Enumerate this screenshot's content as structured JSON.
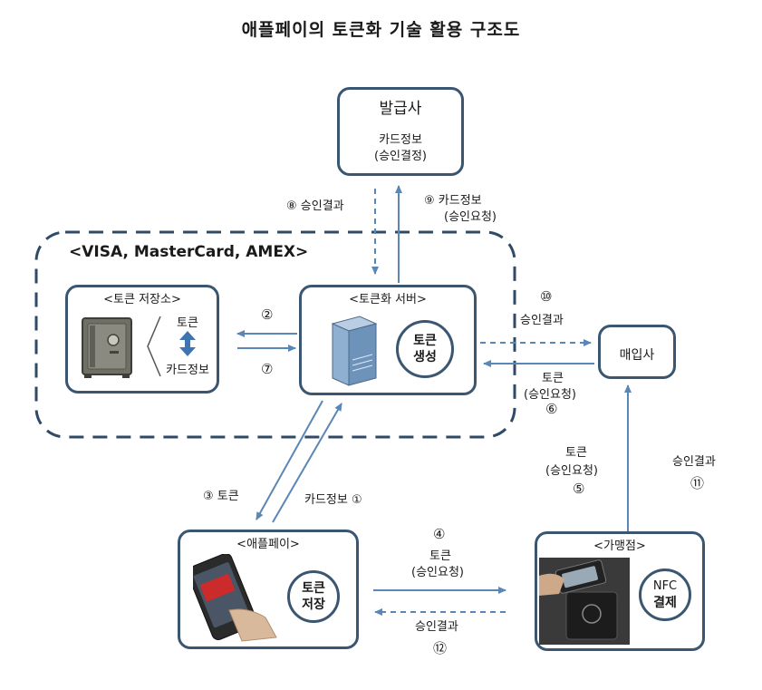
{
  "title": "애플페이의 토큰화 기술 활용 구조도",
  "issuer": {
    "name": "발급사",
    "line1": "카드정보",
    "line2": "(승인결정)"
  },
  "network": {
    "label": "<VISA, MasterCard, AMEX>"
  },
  "token_vault": {
    "title": "<토큰 저장소>",
    "token": "토큰",
    "card_info": "카드정보"
  },
  "token_server": {
    "title": "<토큰화 서버>",
    "circle_line1": "토큰",
    "circle_line2": "생성"
  },
  "acquirer": {
    "name": "매입사"
  },
  "apple_pay": {
    "title": "<애플페이>",
    "circle_line1": "토큰",
    "circle_line2": "저장"
  },
  "merchant": {
    "title": "<가맹점>",
    "circle_line1": "NFC",
    "circle_line2": "결제"
  },
  "flows": {
    "f1": "카드정보 ①",
    "f2": "②",
    "f3": "③ 토큰",
    "f4_num": "④",
    "f4_line1": "토큰",
    "f4_line2": "(승인요청)",
    "f5_line1": "토큰",
    "f5_line2": "(승인요청)",
    "f5_num": "⑤",
    "f6_line1": "토큰",
    "f6_line2": "(승인요청)",
    "f6_num": "⑥",
    "f7": "⑦",
    "f8": "⑧ 승인결과",
    "f9_line1": "⑨ 카드정보",
    "f9_line2": "(승인요청)",
    "f10_num": "⑩",
    "f10_label": "승인결과",
    "f11_label": "승인결과",
    "f11_num": "⑪",
    "f12_label": "승인결과",
    "f12_num": "⑫"
  },
  "colors": {
    "border": "#3a5670",
    "arrow": "#5a86b8",
    "dashed_border": "#2f4a66"
  }
}
